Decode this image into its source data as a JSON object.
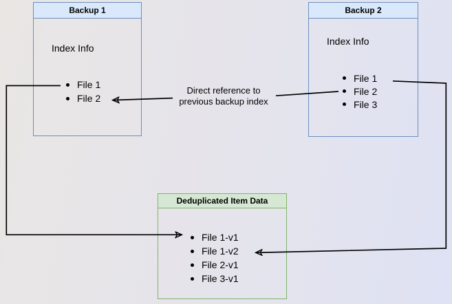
{
  "diagram": {
    "backup1": {
      "title": "Backup 1",
      "index_label": "Index Info",
      "files": [
        "File 1",
        "File 2"
      ]
    },
    "backup2": {
      "title": "Backup 2",
      "index_label": "Index Info",
      "files": [
        "File 1",
        "File 2",
        "File 3"
      ]
    },
    "dedup": {
      "title": "Deduplicated Item Data",
      "files": [
        "File 1-v1",
        "File 1-v2",
        "File 2-v1",
        "File 3-v1"
      ]
    },
    "annotation": {
      "line1": "Direct reference to",
      "line2": "previous backup index"
    },
    "colors": {
      "blue_header_fill": "#dae8fc",
      "blue_border": "#6c8ebf",
      "green_header_fill": "#d5e8d4",
      "green_border": "#82b366",
      "connector": "#000000"
    }
  }
}
